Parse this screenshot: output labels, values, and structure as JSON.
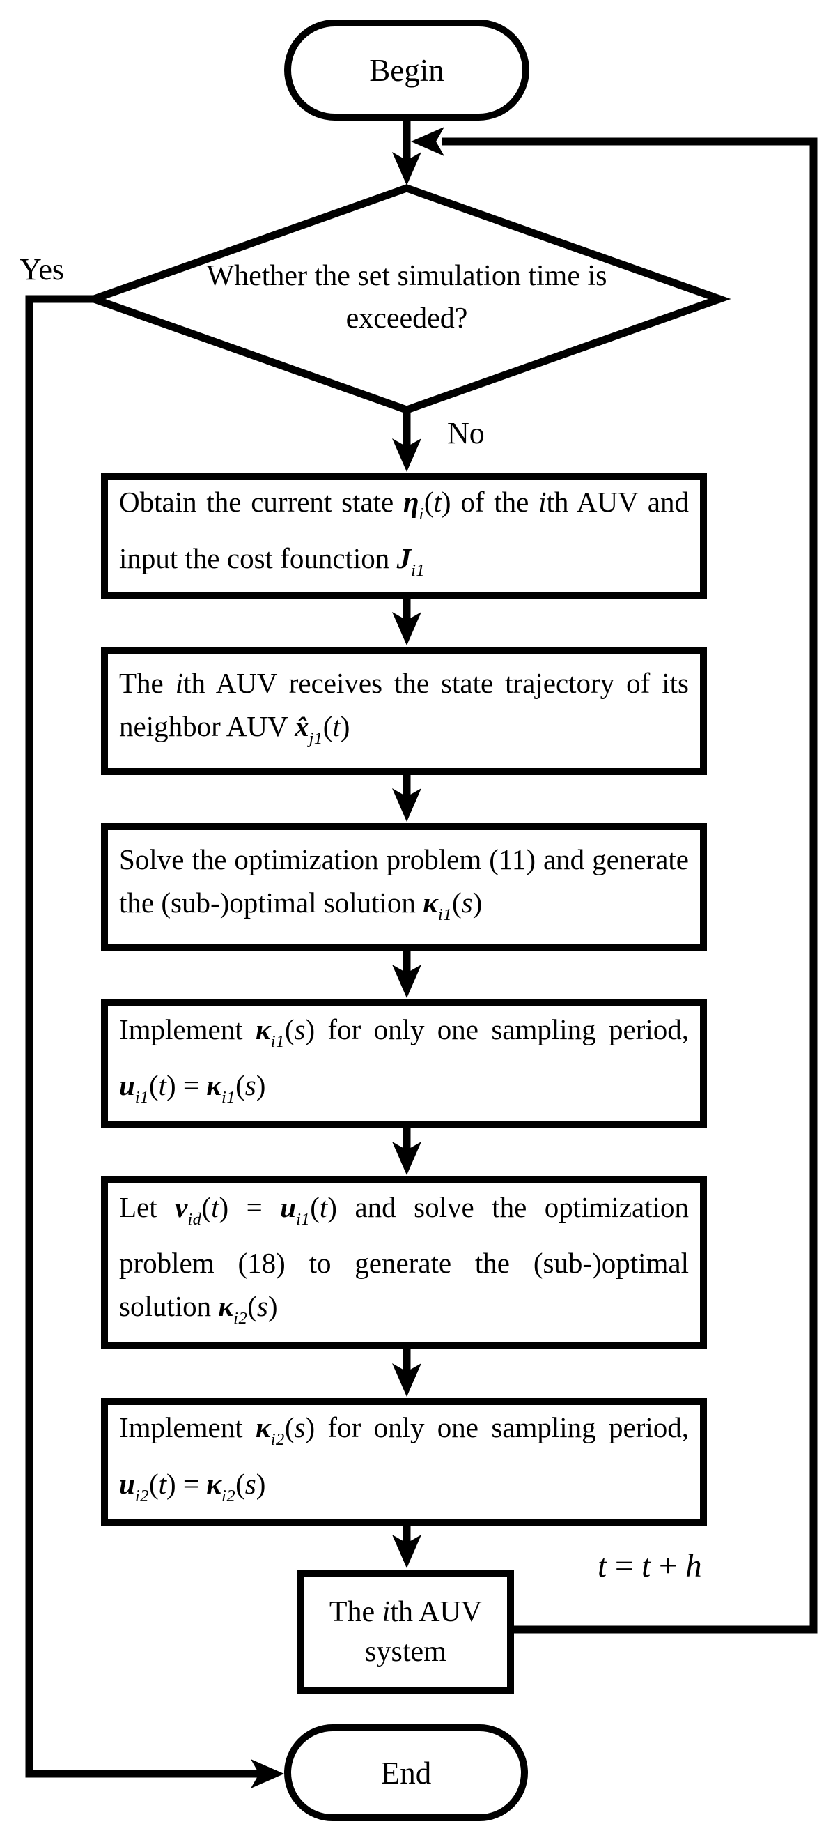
{
  "colors": {
    "stroke": "#000000",
    "background": "#ffffff"
  },
  "diagram": {
    "begin_label": "Begin",
    "end_label": "End",
    "decision": {
      "line1": "Whether the set simulation time is",
      "line2": "exceeded?"
    },
    "labels": {
      "yes": "Yes",
      "no": "No",
      "update": [
        {
          "t": "t",
          "s": "i"
        },
        {
          "t": " = ",
          "s": "p"
        },
        {
          "t": "t",
          "s": "i"
        },
        {
          "t": " + ",
          "s": "p"
        },
        {
          "t": "h",
          "s": "i"
        }
      ]
    },
    "box1": [
      {
        "t": "Obtain the current state ",
        "s": "p"
      },
      {
        "t": "η",
        "s": "bi"
      },
      {
        "t": "i",
        "s": "sub"
      },
      {
        "t": "(",
        "s": "p"
      },
      {
        "t": "t",
        "s": "i"
      },
      {
        "t": ") of the ",
        "s": "p"
      },
      {
        "t": "i",
        "s": "i"
      },
      {
        "t": "th AUV and input the cost founction ",
        "s": "p"
      },
      {
        "t": "J",
        "s": "bi"
      },
      {
        "t": "i1",
        "s": "sub"
      }
    ],
    "box2": [
      {
        "t": "The ",
        "s": "p"
      },
      {
        "t": "i",
        "s": "i"
      },
      {
        "t": "th AUV receives the state trajectory of its neighbor AUV ",
        "s": "p"
      },
      {
        "t": "x̂",
        "s": "bi"
      },
      {
        "t": "j1",
        "s": "sub"
      },
      {
        "t": "(",
        "s": "p"
      },
      {
        "t": "t",
        "s": "i"
      },
      {
        "t": ")",
        "s": "p"
      }
    ],
    "box3": [
      {
        "t": "Solve the optimization problem (11) and generate the (sub-)optimal solution ",
        "s": "p"
      },
      {
        "t": "κ",
        "s": "bi"
      },
      {
        "t": "i1",
        "s": "sub"
      },
      {
        "t": "(",
        "s": "p"
      },
      {
        "t": "s",
        "s": "i"
      },
      {
        "t": ")",
        "s": "p"
      }
    ],
    "box4": [
      {
        "t": "Implement ",
        "s": "p"
      },
      {
        "t": "κ",
        "s": "bi"
      },
      {
        "t": "i1",
        "s": "sub"
      },
      {
        "t": "(",
        "s": "p"
      },
      {
        "t": "s",
        "s": "i"
      },
      {
        "t": ") for only one sampling period, ",
        "s": "p"
      },
      {
        "t": "u",
        "s": "bi"
      },
      {
        "t": "i1",
        "s": "sub"
      },
      {
        "t": "(",
        "s": "p"
      },
      {
        "t": "t",
        "s": "i"
      },
      {
        "t": ") = ",
        "s": "p"
      },
      {
        "t": "κ",
        "s": "bi"
      },
      {
        "t": "i1",
        "s": "sub"
      },
      {
        "t": "(",
        "s": "p"
      },
      {
        "t": "s",
        "s": "i"
      },
      {
        "t": ")",
        "s": "p"
      }
    ],
    "box5": [
      {
        "t": "Let ",
        "s": "p"
      },
      {
        "t": "v",
        "s": "bi"
      },
      {
        "t": "id",
        "s": "sub"
      },
      {
        "t": "(",
        "s": "p"
      },
      {
        "t": "t",
        "s": "i"
      },
      {
        "t": ") = ",
        "s": "p"
      },
      {
        "t": "u",
        "s": "bi"
      },
      {
        "t": "i1",
        "s": "sub"
      },
      {
        "t": "(",
        "s": "p"
      },
      {
        "t": "t",
        "s": "i"
      },
      {
        "t": ") and solve the optimization problem (18) to generate the (sub-)optimal solution ",
        "s": "p"
      },
      {
        "t": "κ",
        "s": "bi"
      },
      {
        "t": "i2",
        "s": "sub"
      },
      {
        "t": "(",
        "s": "p"
      },
      {
        "t": "s",
        "s": "i"
      },
      {
        "t": ")",
        "s": "p"
      }
    ],
    "box6": [
      {
        "t": "Implement ",
        "s": "p"
      },
      {
        "t": "κ",
        "s": "bi"
      },
      {
        "t": "i2",
        "s": "sub"
      },
      {
        "t": "(",
        "s": "p"
      },
      {
        "t": "s",
        "s": "i"
      },
      {
        "t": ") for only one sampling period, ",
        "s": "p"
      },
      {
        "t": "u",
        "s": "bi"
      },
      {
        "t": "i2",
        "s": "sub"
      },
      {
        "t": "(",
        "s": "p"
      },
      {
        "t": "t",
        "s": "i"
      },
      {
        "t": ") = ",
        "s": "p"
      },
      {
        "t": "κ",
        "s": "bi"
      },
      {
        "t": "i2",
        "s": "sub"
      },
      {
        "t": "(",
        "s": "p"
      },
      {
        "t": "s",
        "s": "i"
      },
      {
        "t": ")",
        "s": "p"
      }
    ],
    "auv_box": [
      {
        "t": "The ",
        "s": "p"
      },
      {
        "t": "i",
        "s": "i"
      },
      {
        "t": "th AUV system",
        "s": "p"
      }
    ]
  }
}
